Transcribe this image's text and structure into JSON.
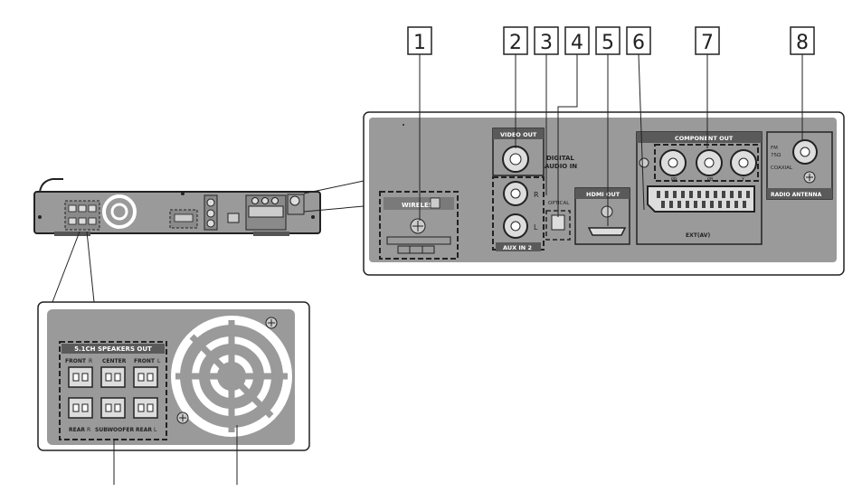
{
  "callouts": [
    {
      "number": "1"
    },
    {
      "number": "2"
    },
    {
      "number": "3"
    },
    {
      "number": "4"
    },
    {
      "number": "5"
    },
    {
      "number": "6"
    },
    {
      "number": "7"
    },
    {
      "number": "8"
    }
  ],
  "panel_labels": {
    "wireless": "WIRELESS",
    "video_out": "VIDEO OUT",
    "digital_audio_in_line1": "DIGITAL",
    "digital_audio_in_line2": "AUDIO IN",
    "optical": "OPTICAL",
    "aux_in_2": "AUX IN 2",
    "hdmi_out": "HDMI OUT",
    "component_out": "COMPONENT OUT",
    "pr": "PR",
    "pb": "PB",
    "y": "Y",
    "ext_av": "EXT(AV)",
    "fm": "FM",
    "ohm": "75Ω",
    "coaxial": "COAXIAL",
    "radio_antenna": "RADIO ANTENNA",
    "aux_r": "R",
    "aux_l": "L"
  },
  "speaker_labels": {
    "title": "5.1CH SPEAKERS OUT",
    "front_r": "FRONT",
    "center": "CENTER",
    "front_l": "FRONT",
    "rear_r": "REAR",
    "subwoofer": "SUBWOOFER",
    "rear_l": "REAR",
    "r_mark": "R",
    "l_mark": "L"
  },
  "colors": {
    "panel": "#9a9a9a",
    "panel_dark": "#7a7a7a",
    "outline": "#222222",
    "header": "#5a5a5a",
    "white": "#ffffff"
  }
}
